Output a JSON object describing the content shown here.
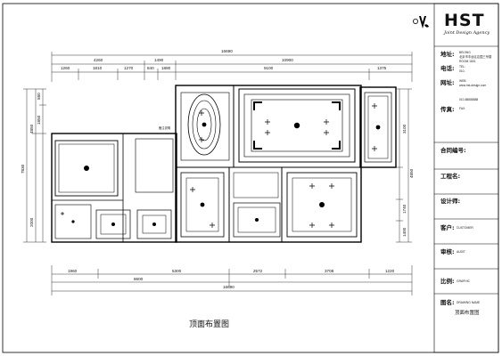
{
  "drawing": {
    "title": "顶面布置图",
    "top_dims": {
      "row1": [
        "4260",
        "1490",
        "10900"
      ],
      "row2": [
        "1260",
        "1810",
        "1270",
        "840",
        "1880",
        "9100",
        "1375"
      ],
      "total": "16690"
    },
    "bottom_dims": {
      "row1": [
        "1960",
        "5300",
        "2572",
        "3708",
        "1220"
      ],
      "row2": [
        "8600"
      ],
      "total": "16690"
    },
    "left_dims": [
      "580",
      "1850",
      "4850",
      "2000",
      "7830"
    ],
    "right_dims": [
      "3100",
      "4850",
      "1740",
      "1400"
    ],
    "note_label": "备注说明"
  },
  "title_block": {
    "logo": "HST",
    "tagline": "Joint Design Agency",
    "rows": [
      {
        "label": "地址:",
        "lines": [
          "BEIJING",
          "北京市丰台区嘉园三号楼",
          "ROOM 1801"
        ]
      },
      {
        "label": "电话:",
        "lines": [
          "TEL:",
          "010-"
        ]
      },
      {
        "label": "网址:",
        "lines": [
          "WEB:",
          "www.hst-design.com",
          "010-88888888"
        ]
      },
      {
        "label": "传真:",
        "lines": [
          "FAX:"
        ]
      },
      {
        "label": "合同编号:",
        "lines": []
      },
      {
        "label": "工程名:",
        "lines": []
      },
      {
        "label": "设计师:",
        "lines": []
      },
      {
        "label": "客户:",
        "lines": [
          "CUSTOMER"
        ]
      },
      {
        "label": "审核:",
        "lines": [
          "AUDIT"
        ]
      },
      {
        "label": "比例:",
        "lines": [
          "GRAPHIC"
        ]
      },
      {
        "label": "图名:",
        "lines": [
          "DRAWING NAME",
          "顶面布置图"
        ]
      }
    ]
  }
}
